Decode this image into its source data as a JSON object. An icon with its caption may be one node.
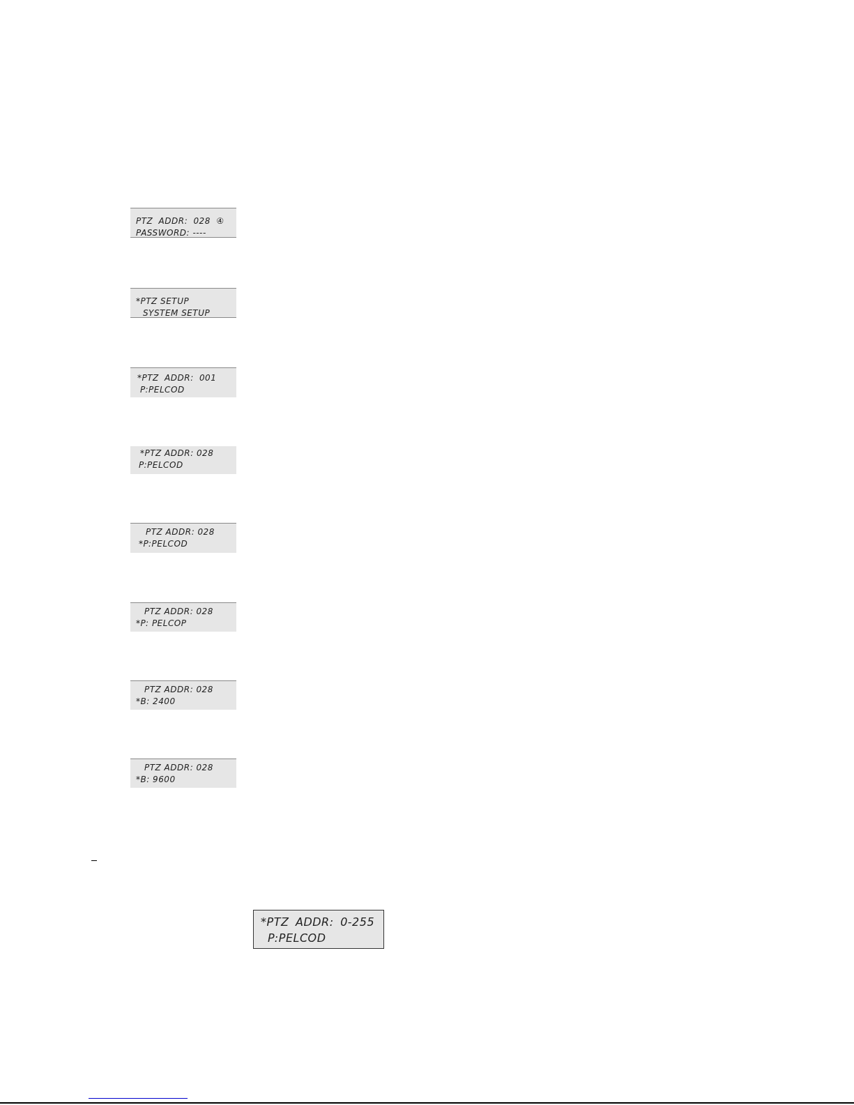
{
  "diagram": {
    "nodes": [
      {
        "text": [
          "PTZ ADDR: 028 ④",
          "PASSWORD: ----"
        ]
      },
      {
        "text": [
          "*PTZ SETUP",
          "SYSTEM SETUP"
        ]
      },
      {
        "text": [
          "*PTZ ADDR: 001",
          "P:PELCOD"
        ]
      },
      {
        "text": [
          "*PTZ ADDR: 028",
          "P:PELCOD"
        ]
      },
      {
        "text": [
          "PTZ ADDR: 028",
          "*P:PELCOD"
        ]
      },
      {
        "text": [
          "PTZ ADDR: 028",
          "*P: PELCOP"
        ]
      },
      {
        "text": [
          "PTZ ADDR: 028",
          "*B: 2400"
        ]
      },
      {
        "text": [
          "PTZ ADDR: 028",
          "*B: 9600"
        ]
      },
      {
        "text": [
          "*PTZ ADDR: 0-255",
          "P:PELCOD"
        ]
      }
    ]
  }
}
